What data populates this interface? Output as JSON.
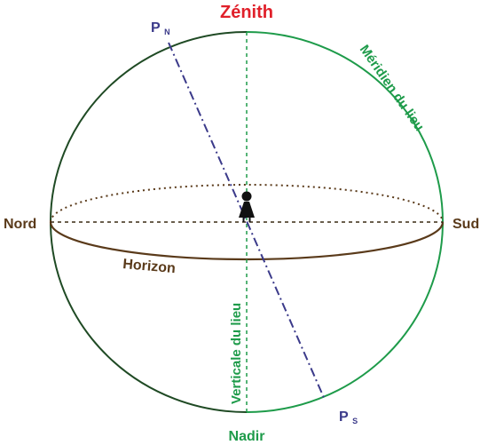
{
  "labels": {
    "zenith": "Zénith",
    "nadir": "Nadir",
    "nord": "Nord",
    "sud": "Sud",
    "horizon": "Horizon",
    "meridien": "Méridien du lieu",
    "verticale": "Verticale du lieu",
    "pole_north_letter": "P",
    "pole_north_sub": "N",
    "pole_south_letter": "P",
    "pole_south_sub": "S"
  },
  "colors": {
    "zenith": "#e0202a",
    "meridian": "#1e9b4a",
    "sphere_back": "#1f4a24",
    "horizon": "#5a3a1a",
    "axis": "#3b3a8a",
    "vertical": "#1e9b4a",
    "observer": "#111111"
  },
  "icons": {
    "observer": "person-icon"
  }
}
